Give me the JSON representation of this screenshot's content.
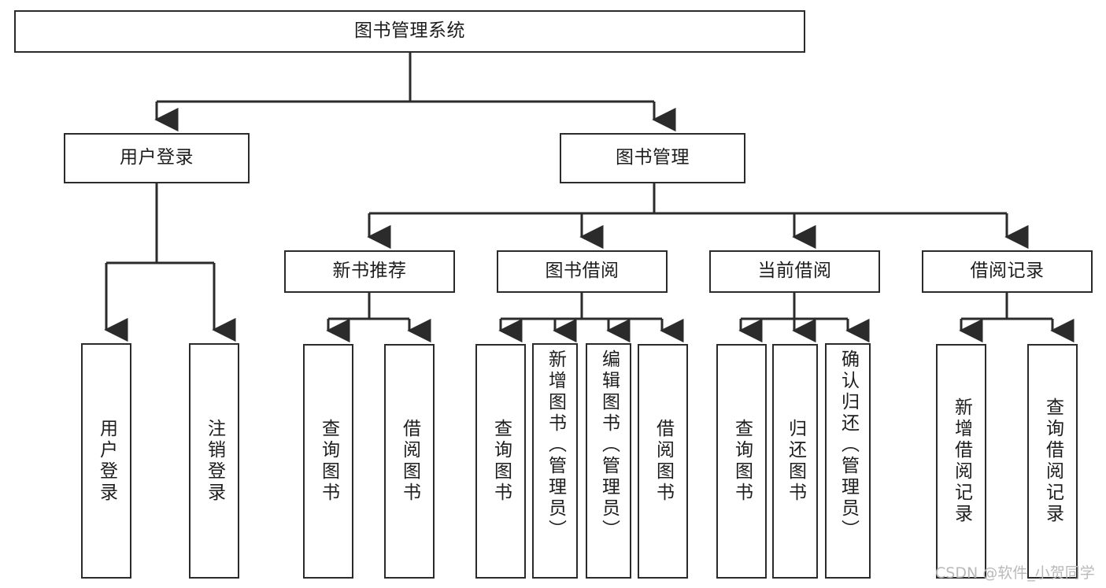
{
  "diagram": {
    "title": "图书管理系统",
    "type": "hierarchy-tree",
    "watermark": "CSDN @软件_小贺同学",
    "colors": {
      "stroke": "#2b2b2b",
      "fill": "#ffffff",
      "text": "#1d1d1d",
      "watermark": "#b9b9b9"
    },
    "nodes": {
      "root": {
        "label": "图书管理系统"
      },
      "level2": [
        {
          "id": "user-login",
          "label": "用户登录"
        },
        {
          "id": "book-manage",
          "label": "图书管理"
        }
      ],
      "level3": [
        {
          "id": "new-book-recommend",
          "label": "新书推荐"
        },
        {
          "id": "book-borrow",
          "label": "图书借阅"
        },
        {
          "id": "current-borrow",
          "label": "当前借阅"
        },
        {
          "id": "borrow-record",
          "label": "借阅记录"
        }
      ],
      "leaves": {
        "user_login": [
          {
            "id": "leaf-user-login",
            "label": "用户登录"
          },
          {
            "id": "leaf-logout",
            "label": "注销登录"
          }
        ],
        "new_book_recommend": [
          {
            "id": "leaf-query-book-1",
            "label": "查询图书"
          },
          {
            "id": "leaf-borrow-book-1",
            "label": "借阅图书"
          }
        ],
        "book_borrow": [
          {
            "id": "leaf-query-book-2",
            "label": "查询图书"
          },
          {
            "id": "leaf-add-book",
            "label": "新增图书（管理员）"
          },
          {
            "id": "leaf-edit-book",
            "label": "编辑图书（管理员）"
          },
          {
            "id": "leaf-borrow-book-2",
            "label": "借阅图书"
          }
        ],
        "current_borrow": [
          {
            "id": "leaf-query-book-3",
            "label": "查询图书"
          },
          {
            "id": "leaf-return-book",
            "label": "归还图书"
          },
          {
            "id": "leaf-confirm-return",
            "label": "确认归还（管理员）"
          }
        ],
        "borrow_record": [
          {
            "id": "leaf-add-record",
            "label": "新增借阅记录"
          },
          {
            "id": "leaf-query-record",
            "label": "查询借阅记录"
          }
        ]
      }
    }
  }
}
